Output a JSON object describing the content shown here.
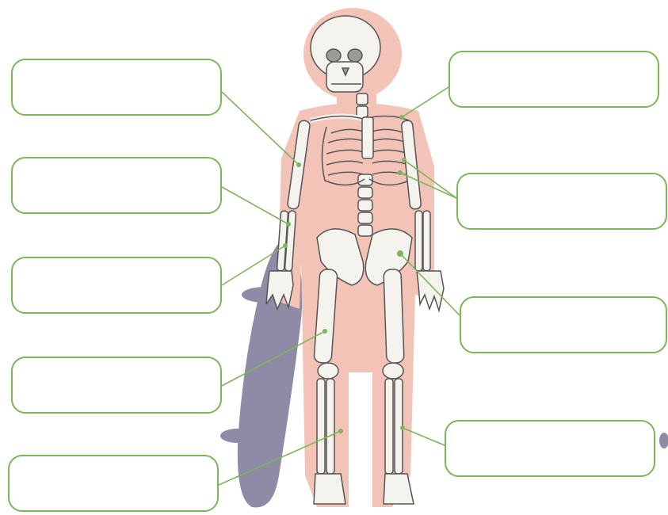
{
  "worksheet": {
    "colors": {
      "box_border": "#7cb65a",
      "leader_line": "#7cb65a",
      "silhouette": "#f3c3b7",
      "shadow": "#8f8aa5",
      "bone": "#f5f3ee",
      "bone_outline": "#555555"
    },
    "label_boxes": [
      {
        "id": "left-1",
        "side": "left",
        "answer": ""
      },
      {
        "id": "left-2",
        "side": "left",
        "answer": ""
      },
      {
        "id": "left-3",
        "side": "left",
        "answer": ""
      },
      {
        "id": "left-4",
        "side": "left",
        "answer": ""
      },
      {
        "id": "left-5",
        "side": "left",
        "answer": ""
      },
      {
        "id": "right-1",
        "side": "right",
        "answer": ""
      },
      {
        "id": "right-2",
        "side": "right",
        "answer": ""
      },
      {
        "id": "right-3",
        "side": "right",
        "answer": ""
      },
      {
        "id": "right-4",
        "side": "right",
        "answer": ""
      }
    ]
  }
}
